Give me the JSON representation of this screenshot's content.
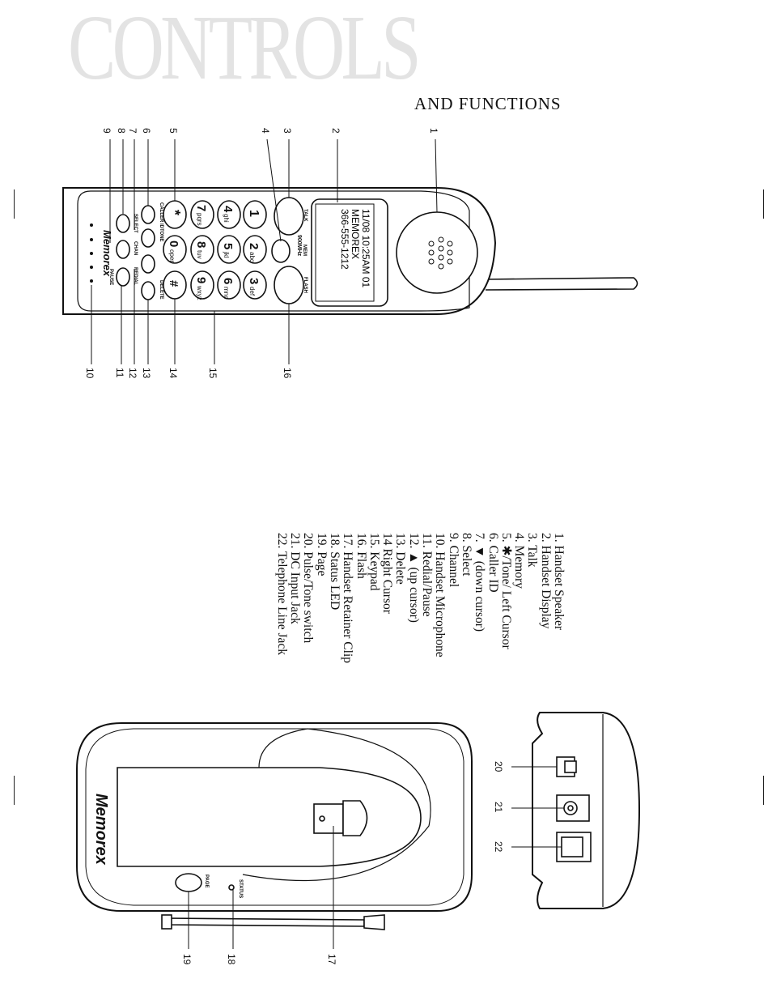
{
  "header": {
    "title": "CONTROLS",
    "subtitle": "AND FUNCTIONS"
  },
  "handset": {
    "display_lines": [
      "11/08 10:25AM 01",
      "MEMOREX",
      "366-555-1212"
    ],
    "button_labels": {
      "talk": "TALK",
      "mem": "MEM",
      "flash": "FLASH",
      "freq": "900MHz",
      "caller_id": "CALLER ID",
      "tone": "TONE",
      "delete": "DELETE",
      "select": "SELECT",
      "chan": "CHAN",
      "redial": "REDIAL",
      "pause": "PAUSE",
      "brand": "Memorex"
    },
    "keys": [
      {
        "digit": "1",
        "letters": ""
      },
      {
        "digit": "2",
        "letters": "abc"
      },
      {
        "digit": "3",
        "letters": "def"
      },
      {
        "digit": "4",
        "letters": "ghi"
      },
      {
        "digit": "5",
        "letters": "jkl"
      },
      {
        "digit": "6",
        "letters": "mno"
      },
      {
        "digit": "7",
        "letters": "pqrs"
      },
      {
        "digit": "8",
        "letters": "tuv"
      },
      {
        "digit": "9",
        "letters": "wxyz"
      },
      {
        "digit": "*",
        "letters": ""
      },
      {
        "digit": "0",
        "letters": "oper"
      },
      {
        "digit": "#",
        "letters": ""
      }
    ],
    "callouts_top": [
      "9",
      "8",
      "7",
      "6",
      "5",
      "4",
      "3",
      "2",
      "1"
    ],
    "callouts_bottom": [
      "10",
      "11",
      "12",
      "13",
      "14",
      "15",
      "16"
    ]
  },
  "legend": [
    "1. Handset Speaker",
    "2. Handset Display",
    "3. Talk",
    "4. Memory",
    "5. ✱/Tone/ Left Cursor",
    "6. Caller ID",
    "7. ▼ (down cursor)",
    "8. Select",
    "9. Channel",
    "10. Handset Microphone",
    "11. Redial/Pause",
    "12. ▲ (up cursor)",
    "13. Delete",
    "14 Right Cursor",
    "15. Keypad",
    "16. Flash",
    "17. Handset Retainer Clip",
    "18. Status LED",
    "19. Page",
    "20. Pulse/Tone switch",
    "21. DC Input Jack",
    "22. Telephone Line Jack"
  ],
  "base": {
    "brand": "Memorex",
    "page_label": "PAGE",
    "status_label": "STATUS",
    "callouts": [
      "19",
      "18",
      "17"
    ]
  },
  "side_panel": {
    "callouts": [
      "20",
      "21",
      "22"
    ]
  }
}
